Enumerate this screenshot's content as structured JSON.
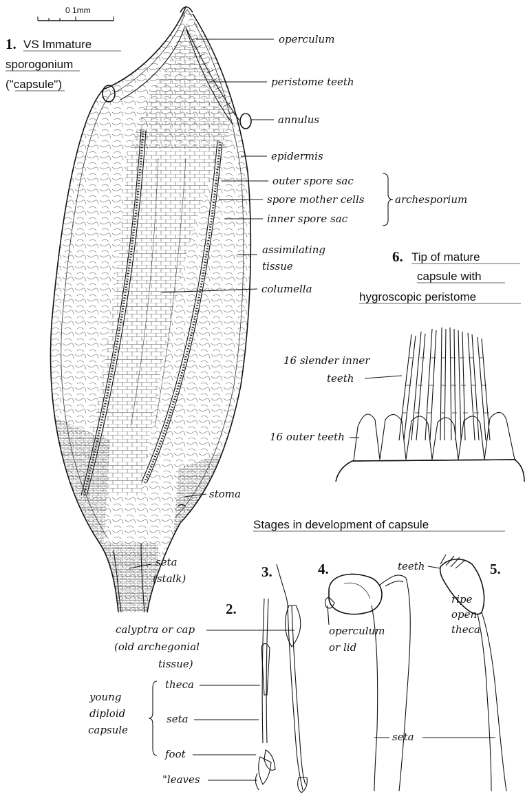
{
  "scale_bar": "0 1mm",
  "fig1": {
    "num": "1.",
    "title": [
      "VS Immature",
      "sporogonium",
      "(\"capsule\")"
    ],
    "labels": {
      "operculum": "operculum",
      "peristome_teeth": "peristome teeth",
      "annulus": "annulus",
      "epidermis": "epidermis",
      "outer_spore_sac": "outer spore sac",
      "spore_mother_cells": "spore mother cells",
      "inner_spore_sac": "inner spore sac",
      "archesporium": "archesporium",
      "assimilating": [
        "assimilating",
        "tissue"
      ],
      "columella": "columella",
      "stoma": "stoma",
      "seta": [
        "seta",
        "(stalk)"
      ]
    }
  },
  "fig6": {
    "num": "6.",
    "title": [
      "Tip of mature",
      "capsule with",
      "hygroscopic peristome"
    ],
    "labels": {
      "inner_teeth": [
        "16 slender inner",
        "teeth"
      ],
      "outer_teeth": "16 outer teeth"
    }
  },
  "stages": {
    "title": "Stages in development of capsule",
    "nums": {
      "two": "2.",
      "three": "3.",
      "four": "4.",
      "five": "5."
    },
    "labels": {
      "calyptra": [
        "calyptra or cap",
        "(old archegonial",
        "tissue)"
      ],
      "operculum_lid": [
        "operculum",
        "or lid"
      ],
      "teeth": "teeth",
      "ripe": [
        "ripe",
        "open",
        "theca"
      ],
      "young": [
        "young",
        "diploid",
        "capsule"
      ],
      "theca": "theca",
      "seta_left": "seta",
      "foot": "foot",
      "leaves": "\"leaves",
      "seta_right": "seta"
    }
  }
}
